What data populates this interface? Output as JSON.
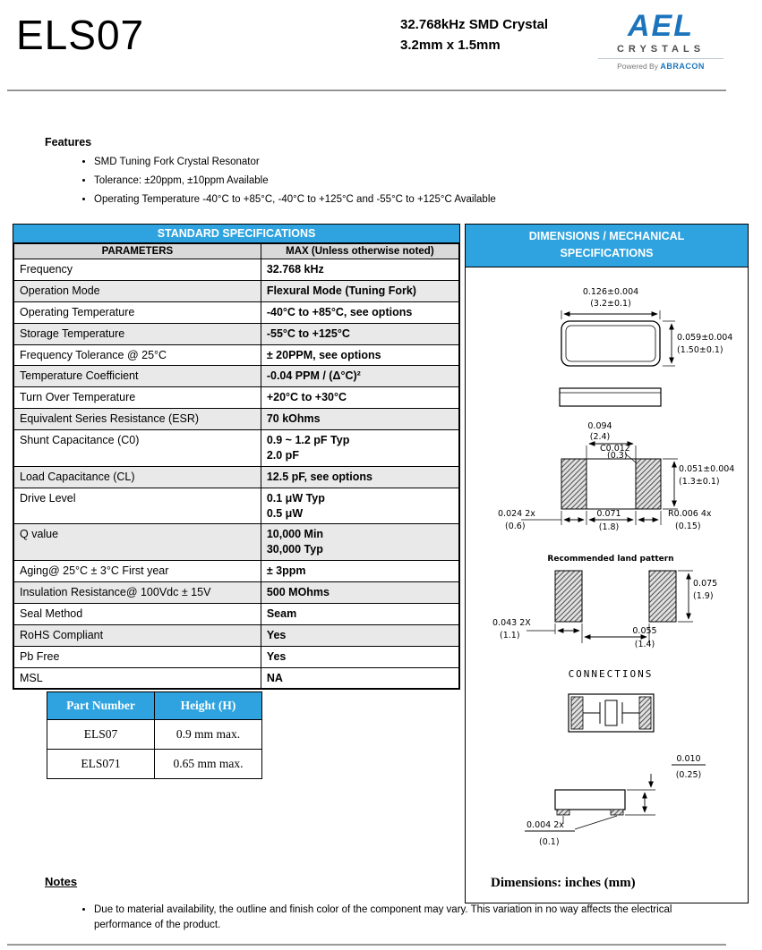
{
  "colors": {
    "accent_blue": "#2ea3df",
    "logo_blue": "#1c75bc"
  },
  "header": {
    "product": "ELS07",
    "subtitle_line1": "32.768kHz SMD Crystal",
    "subtitle_line2": "3.2mm x 1.5mm",
    "logo_text": "AEL",
    "logo_sub": "CRYSTALS",
    "powered_by": "Powered By ",
    "powered_brand": "ABRACON"
  },
  "features": {
    "heading": "Features",
    "items": [
      "SMD Tuning Fork Crystal Resonator",
      "Tolerance: ±20ppm, ±10ppm Available",
      "Operating Temperature -40°C to +85°C, -40°C to +125°C and -55°C to +125°C Available"
    ]
  },
  "spec_table": {
    "title": "STANDARD SPECIFICATIONS",
    "columns": [
      "PARAMETERS",
      "MAX (Unless otherwise noted)"
    ],
    "rows": [
      {
        "param": "Frequency",
        "value": "32.768 kHz"
      },
      {
        "param": "Operation Mode",
        "value": "Flexural Mode (Tuning Fork)"
      },
      {
        "param": "Operating Temperature",
        "value": "-40°C to +85°C, see options"
      },
      {
        "param": "Storage Temperature",
        "value": "-55°C to +125°C"
      },
      {
        "param": "Frequency Tolerance @ 25°C",
        "value": "± 20PPM, see options"
      },
      {
        "param": "Temperature Coefficient",
        "value": "-0.04 PPM / (Δ°C)²"
      },
      {
        "param": "Turn Over Temperature",
        "value": "+20°C to +30°C"
      },
      {
        "param": "Equivalent Series Resistance (ESR)",
        "value": "70 kOhms"
      },
      {
        "param": "Shunt Capacitance (C0)",
        "value": "0.9 ~ 1.2 pF Typ\n2.0 pF"
      },
      {
        "param": "Load Capacitance (CL)",
        "value": "12.5 pF, see options"
      },
      {
        "param": "Drive Level",
        "value": "0.1  μW Typ\n0.5  μW"
      },
      {
        "param": "Q value",
        "value": "10,000 Min\n30,000 Typ"
      },
      {
        "param": "Aging@ 25°C ± 3°C First year",
        "value": "± 3ppm"
      },
      {
        "param": "Insulation Resistance@ 100Vdc ± 15V",
        "value": "500 MOhms"
      },
      {
        "param": "Seal Method",
        "value": "Seam"
      },
      {
        "param": "RoHS Compliant",
        "value": "Yes"
      },
      {
        "param": "Pb Free",
        "value": "Yes"
      },
      {
        "param": "MSL",
        "value": "NA"
      }
    ]
  },
  "part_table": {
    "columns": [
      "Part Number",
      "Height (H)"
    ],
    "rows": [
      {
        "part": "ELS07",
        "height": "0.9 mm max."
      },
      {
        "part": "ELS071",
        "height": "0.65 mm max."
      }
    ]
  },
  "dims": {
    "title_line1": "DIMENSIONS / MECHANICAL",
    "title_line2": "SPECIFICATIONS",
    "top_view": {
      "width_in": "0.126±0.004",
      "width_mm": "(3.2±0.1)",
      "height_in": "0.059±0.004",
      "height_mm": "(1.50±0.1)"
    },
    "pad_view": {
      "length_in": "0.094",
      "length_mm": "(2.4)",
      "chamfer_in": "C0.012",
      "chamfer_mm": "(0.3)",
      "width_in": "0.051±0.004",
      "width_mm": "(1.3±0.1)",
      "pad_in": "0.024  2x",
      "pad_mm": "(0.6)",
      "gap_in": "0.071",
      "gap_mm": "(1.8)",
      "radius_in": "R0.006  4x",
      "radius_mm": "(0.15)"
    },
    "land_pattern": {
      "heading": "Recommended  land  pattern",
      "height_in": "0.075",
      "height_mm": "(1.9)",
      "width_in": "0.043  2X",
      "width_mm": "(1.1)",
      "gap_in": "0.055",
      "gap_mm": "(1.4)"
    },
    "connections_heading": "CONNECTIONS",
    "height_view": {
      "height_in": "0.010",
      "height_mm": "(0.25)",
      "standoff_in": "0.004  2x",
      "standoff_mm": "(0.1)"
    },
    "footer": "Dimensions: inches (mm)"
  },
  "notes": {
    "heading": "Notes",
    "items": [
      "Due to material availability, the outline and finish color of the component may vary. This variation in no way affects the electrical performance of the product."
    ]
  }
}
